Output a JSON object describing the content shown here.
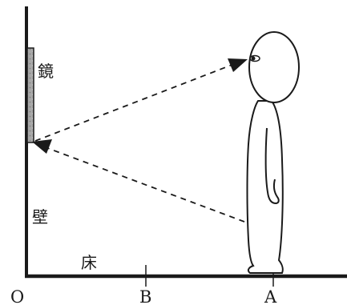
{
  "labels": {
    "mirror": "鏡",
    "wall": "壁",
    "floor": "床",
    "point_o": "O",
    "point_b": "B",
    "point_a": "A"
  },
  "colors": {
    "ink": "#1a1a1a",
    "mirror_fill": "#a8a8a8",
    "background": "#ffffff"
  }
}
